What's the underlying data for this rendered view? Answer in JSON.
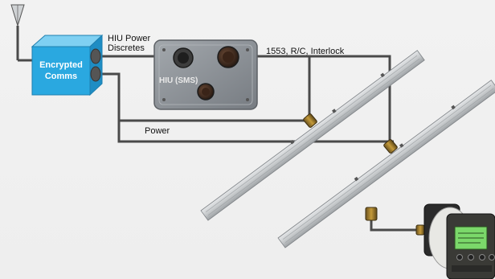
{
  "labels": {
    "hiu_power_line1": "HIU Power",
    "hiu_power_line2": "Discretes",
    "bus_label": "1553, R/C, Interlock",
    "power_label": "Power",
    "comms_line1": "Encrypted",
    "comms_line2": "Comms",
    "hiu_label": "HIU (SMS)"
  },
  "colors": {
    "comms_box": "#2aa8e0",
    "cable": "#4a4a4a",
    "hiu_panel": "#8a8f95",
    "rail": "#c9ccce"
  },
  "icons": [
    "antenna-icon",
    "connector-icon",
    "cable-plug-icon",
    "control-display-unit-icon"
  ]
}
